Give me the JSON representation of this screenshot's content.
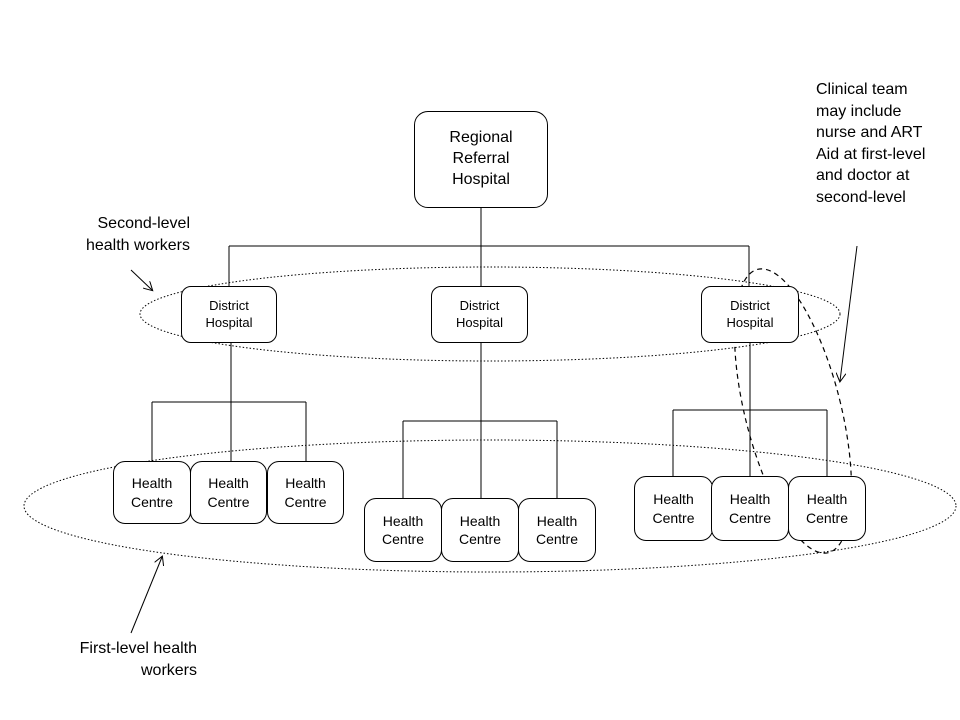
{
  "regional": {
    "label": "Regional\nReferral\nHospital"
  },
  "districts": [
    {
      "label": "District\nHospital"
    },
    {
      "label": "District\nHospital"
    },
    {
      "label": "District\nHospital"
    }
  ],
  "centres": [
    {
      "label": "Health\nCentre"
    },
    {
      "label": "Health\nCentre"
    },
    {
      "label": "Health\nCentre"
    },
    {
      "label": "Health\nCentre"
    },
    {
      "label": "Health\nCentre"
    },
    {
      "label": "Health\nCentre"
    },
    {
      "label": "Health\nCentre"
    },
    {
      "label": "Health\nCentre"
    },
    {
      "label": "Health\nCentre"
    }
  ],
  "annotations": {
    "clinical_team": "Clinical team\nmay include\nnurse and ART\nAid at first-level\nand doctor at\nsecond-level",
    "second_level": "Second-level\nhealth workers",
    "first_level": "First-level health\nworkers"
  }
}
